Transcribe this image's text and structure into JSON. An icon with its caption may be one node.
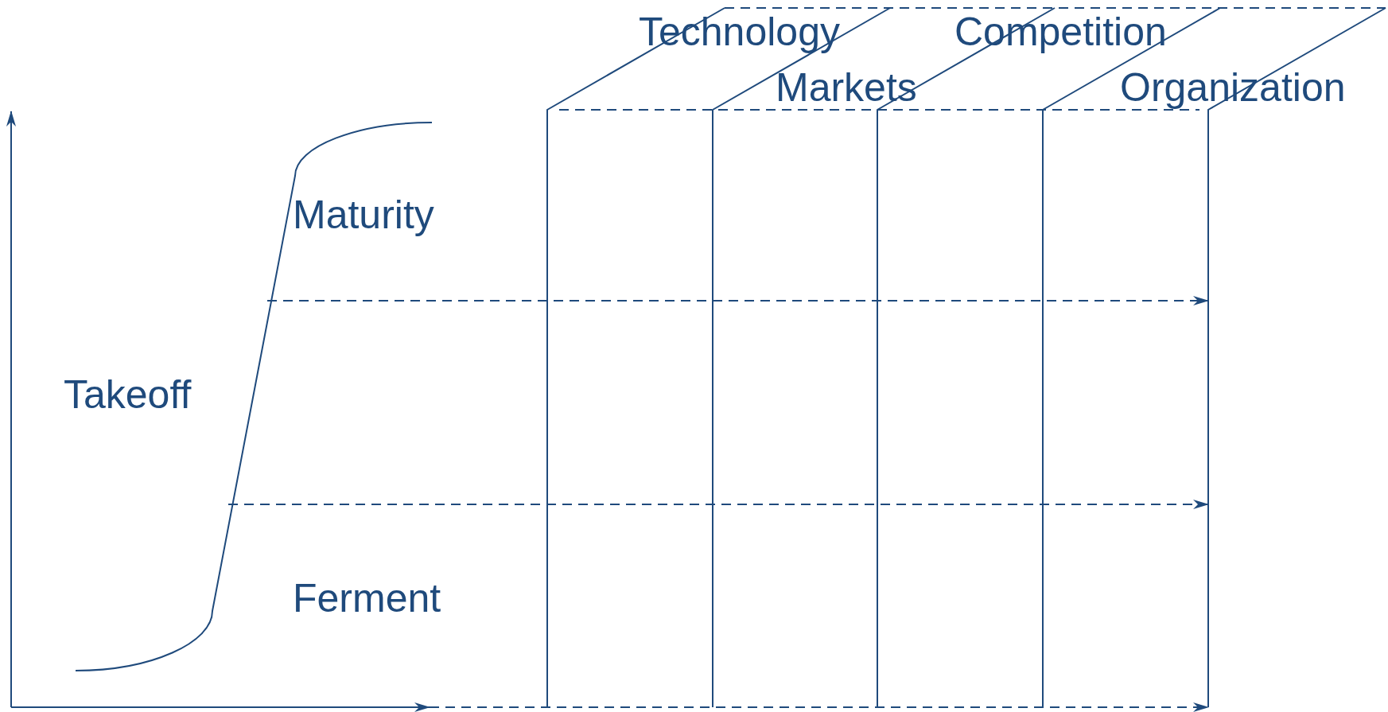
{
  "diagram": {
    "labels": [
      "Technology",
      "Competition",
      "Markets",
      "Organization",
      "Maturity",
      "Takeoff",
      "Ferment"
    ]
  }
}
